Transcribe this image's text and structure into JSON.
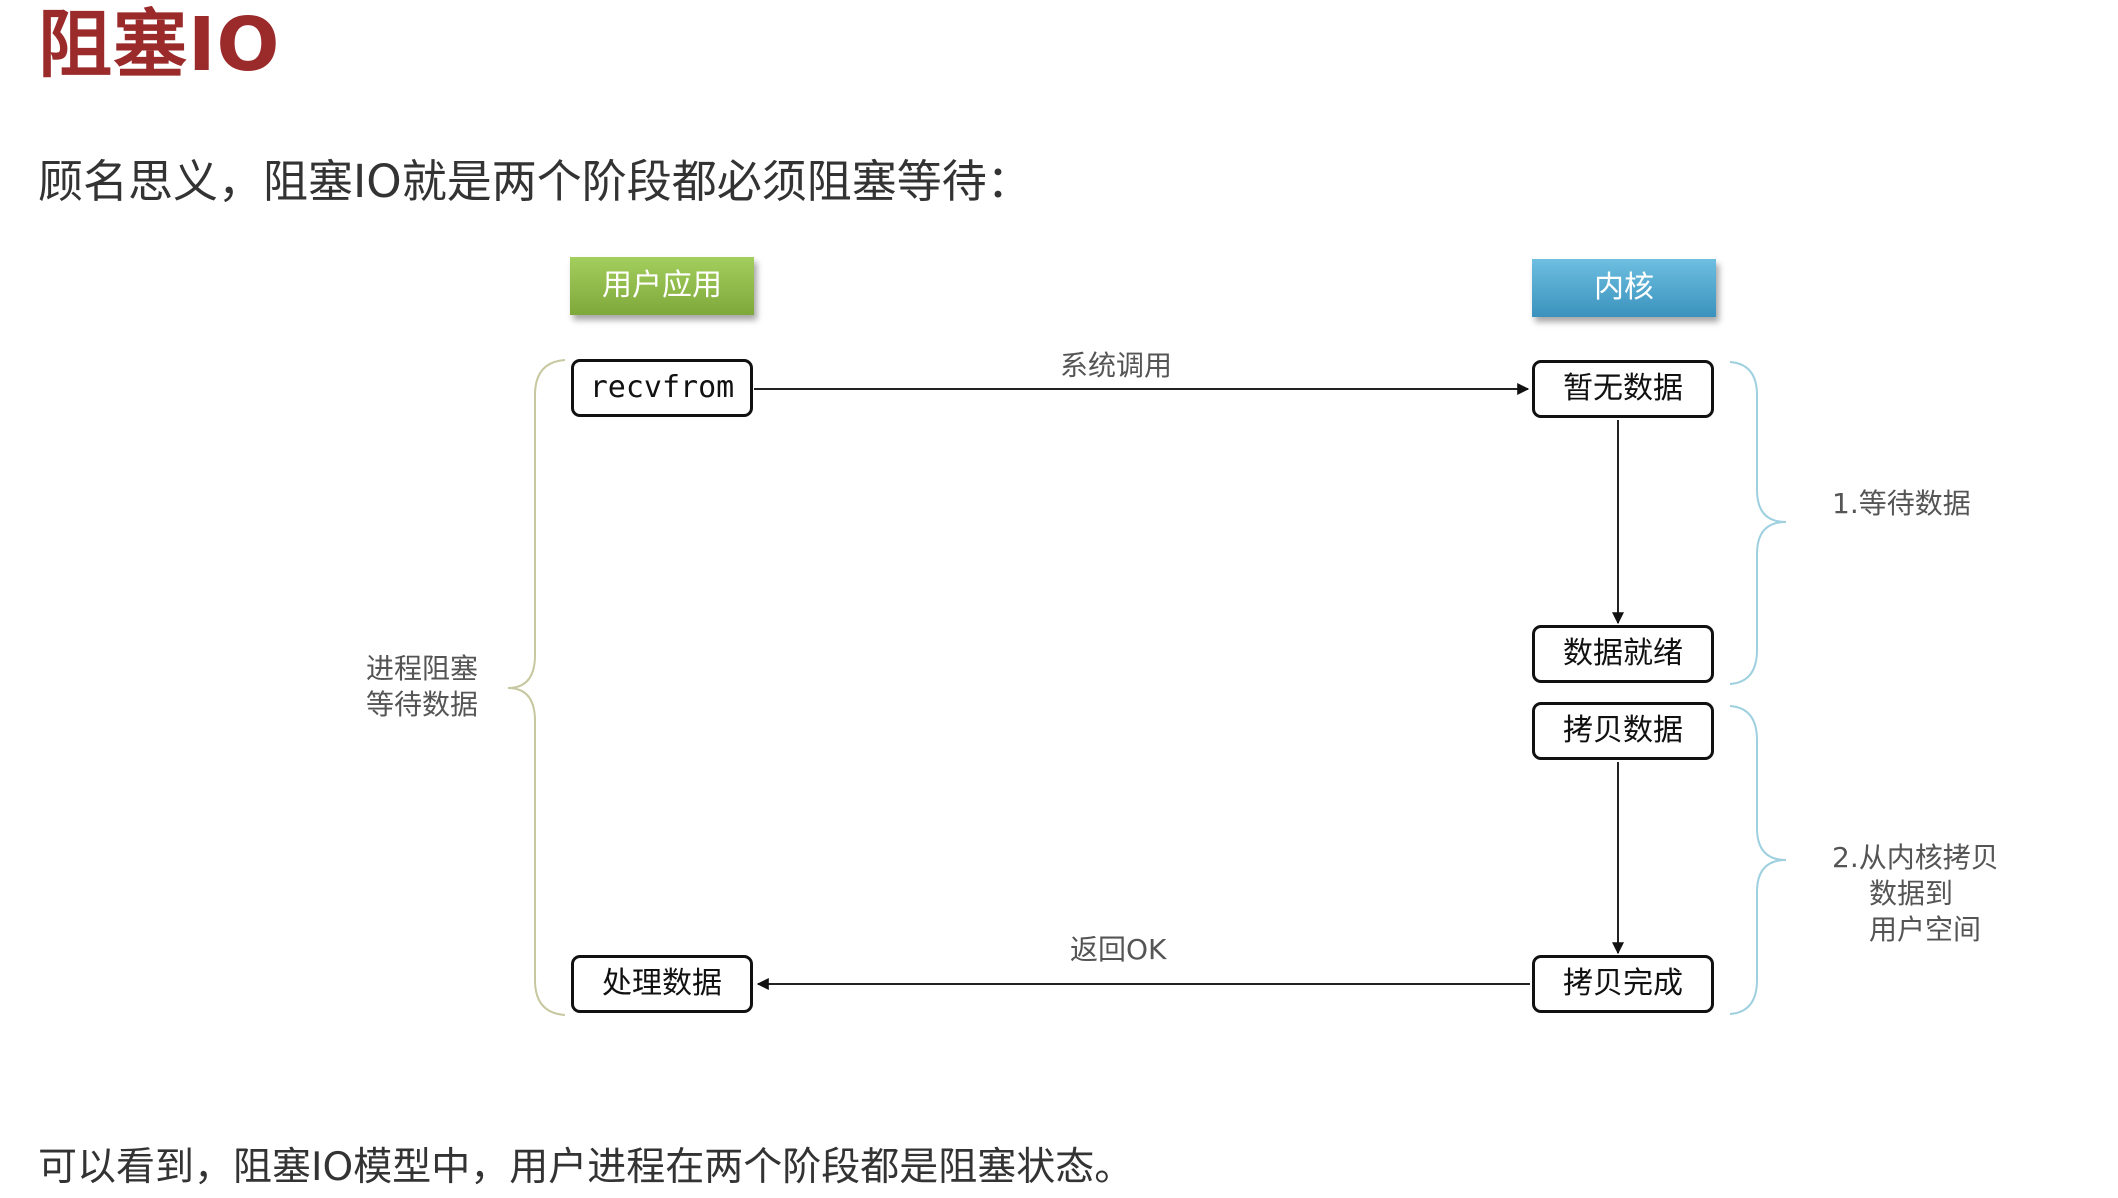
{
  "title": "阻塞IO",
  "subtitle": "顾名思义，阻塞IO就是两个阶段都必须阻塞等待：",
  "footer": "可以看到，阻塞IO模型中，用户进程在两个阶段都是阻塞状态。",
  "diagram": {
    "user_header": "用户应用",
    "kernel_header": "内核",
    "recvfrom": "recvfrom",
    "no_data": "暂无数据",
    "data_ready": "数据就绪",
    "copy_data": "拷贝数据",
    "copy_done": "拷贝完成",
    "process_data": "处理数据",
    "syscall_label": "系统调用",
    "return_label": "返回OK",
    "left_brace_line1": "进程阻塞",
    "left_brace_line2": "等待数据",
    "phase1": "1.等待数据",
    "phase2_line1": "2.从内核拷贝",
    "phase2_line2": "数据到",
    "phase2_line3": "用户空间",
    "colors": {
      "title": "#9b2a2a",
      "user_header": "#8cb846",
      "kernel_header": "#4aa3cc",
      "left_brace": "#c7c7a0",
      "right_brace": "#9fd0e0"
    }
  }
}
